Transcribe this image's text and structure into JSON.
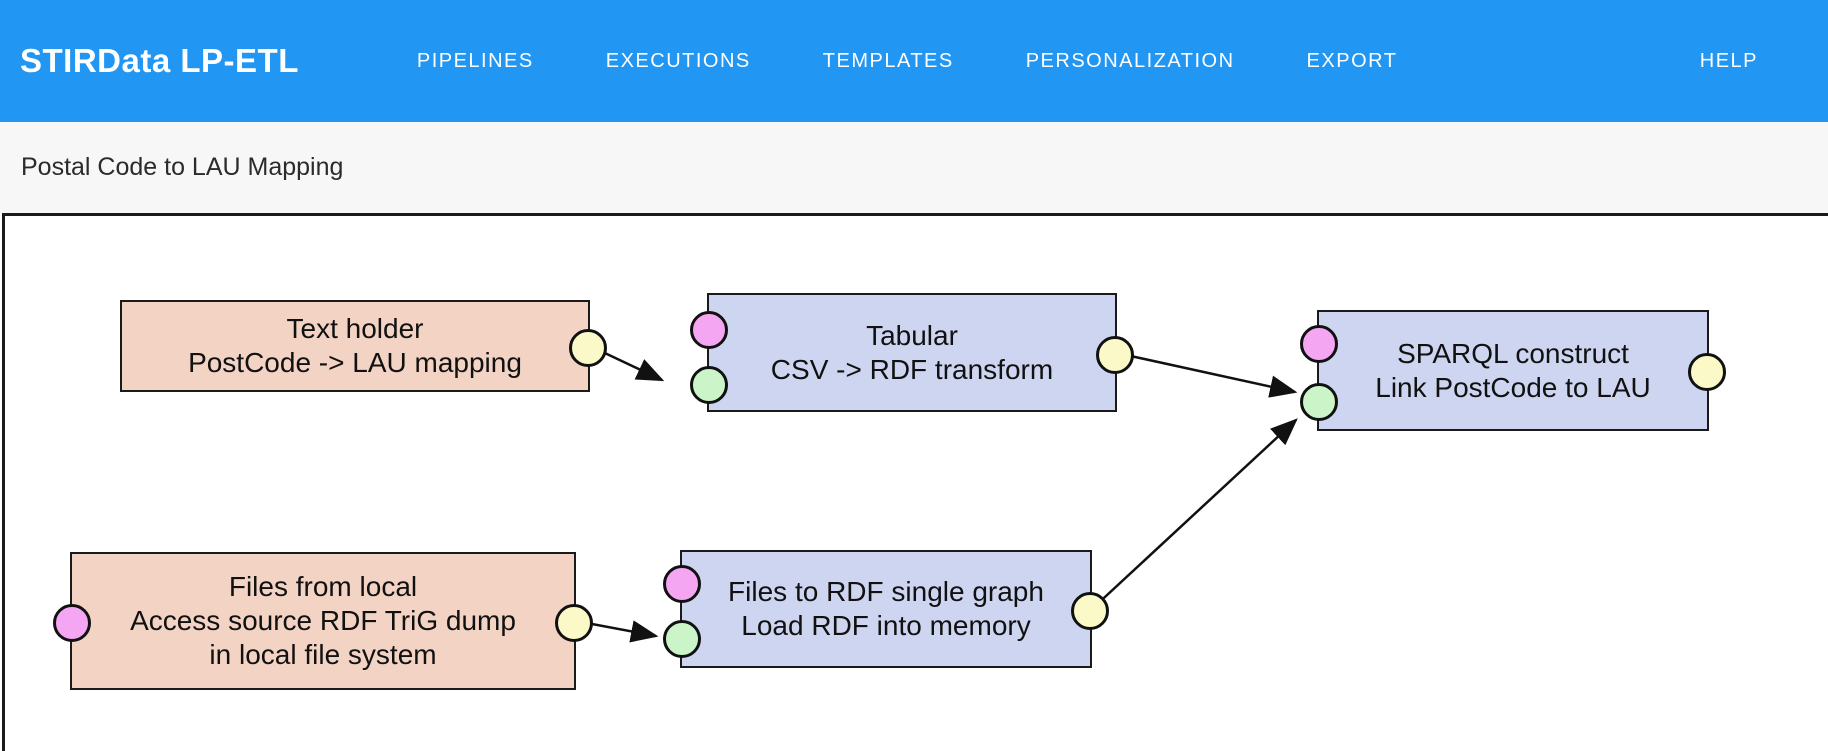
{
  "navbar": {
    "brand": "STIRData LP-ETL",
    "items": [
      {
        "label": "PIPELINES"
      },
      {
        "label": "EXECUTIONS"
      },
      {
        "label": "TEMPLATES"
      },
      {
        "label": "PERSONALIZATION"
      },
      {
        "label": "EXPORT"
      },
      {
        "label": "HELP"
      }
    ]
  },
  "header": {
    "title": "Postal Code to LAU Mapping"
  },
  "pipeline": {
    "nodes": [
      {
        "id": "text-holder",
        "type": "extractor",
        "lines": [
          "Text holder",
          "PostCode -> LAU mapping"
        ]
      },
      {
        "id": "tabular",
        "type": "transformer",
        "lines": [
          "Tabular",
          "CSV -> RDF transform"
        ]
      },
      {
        "id": "sparql-construct",
        "type": "transformer",
        "lines": [
          "SPARQL construct",
          "Link PostCode to LAU"
        ]
      },
      {
        "id": "files-from-local",
        "type": "extractor",
        "lines": [
          "Files from local",
          "Access source RDF TriG dump",
          "in local file system"
        ]
      },
      {
        "id": "files-to-rdf",
        "type": "transformer",
        "lines": [
          "Files to RDF single graph",
          "Load RDF into memory"
        ]
      }
    ],
    "edges": [
      {
        "from": "text-holder.output",
        "to": "tabular.input"
      },
      {
        "from": "tabular.output",
        "to": "sparql-construct.input"
      },
      {
        "from": "files-from-local.output",
        "to": "files-to-rdf.input"
      },
      {
        "from": "files-to-rdf.output",
        "to": "sparql-construct.input"
      }
    ]
  },
  "colors": {
    "navbar_bg": "#2196F3",
    "node_extractor": "#F3D3C4",
    "node_transformer": "#CDD5F0",
    "port_config": "#F5A6F2",
    "port_input": "#CCF4C9",
    "port_output": "#FBF9C8",
    "stroke": "#1A1A1A"
  }
}
